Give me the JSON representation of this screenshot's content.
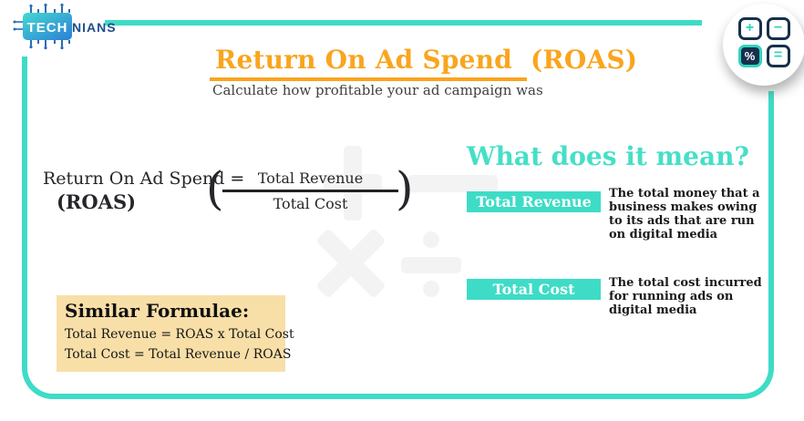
{
  "brand": {
    "logo_primary": "TECH",
    "logo_secondary": "NIANS"
  },
  "header": {
    "title_underlined": "Return On Ad Spend",
    "title_suffix": "(ROAS)",
    "subtitle": "Calculate how profitable your ad campaign was"
  },
  "formula": {
    "lhs_line1": "Return On Ad Spend =",
    "lhs_line2": "(ROAS)",
    "open_paren": "(",
    "close_paren": ")",
    "numerator": "Total Revenue",
    "denominator": "Total Cost"
  },
  "meaning": {
    "heading": "What does it mean?",
    "items": [
      {
        "label": "Total Revenue",
        "description": "The total money that a business makes owing to its ads that are run on digital media"
      },
      {
        "label": "Total Cost",
        "description": "The total cost incurred for running ads on digital media"
      }
    ]
  },
  "similar": {
    "heading": "Similar Formulae:",
    "formulas": [
      "Total Revenue = ROAS x Total Cost",
      "Total Cost = Total Revenue / ROAS"
    ]
  },
  "calculator_icon": {
    "plus": "+",
    "minus": "−",
    "percent": "%",
    "equals": "="
  },
  "colors": {
    "teal": "#3EDCC6",
    "orange": "#F9A51E",
    "tan": "#F8DFA8",
    "navy": "#16304D",
    "dark_text": "#232323",
    "watermark_gray": "#F3F3F3"
  }
}
